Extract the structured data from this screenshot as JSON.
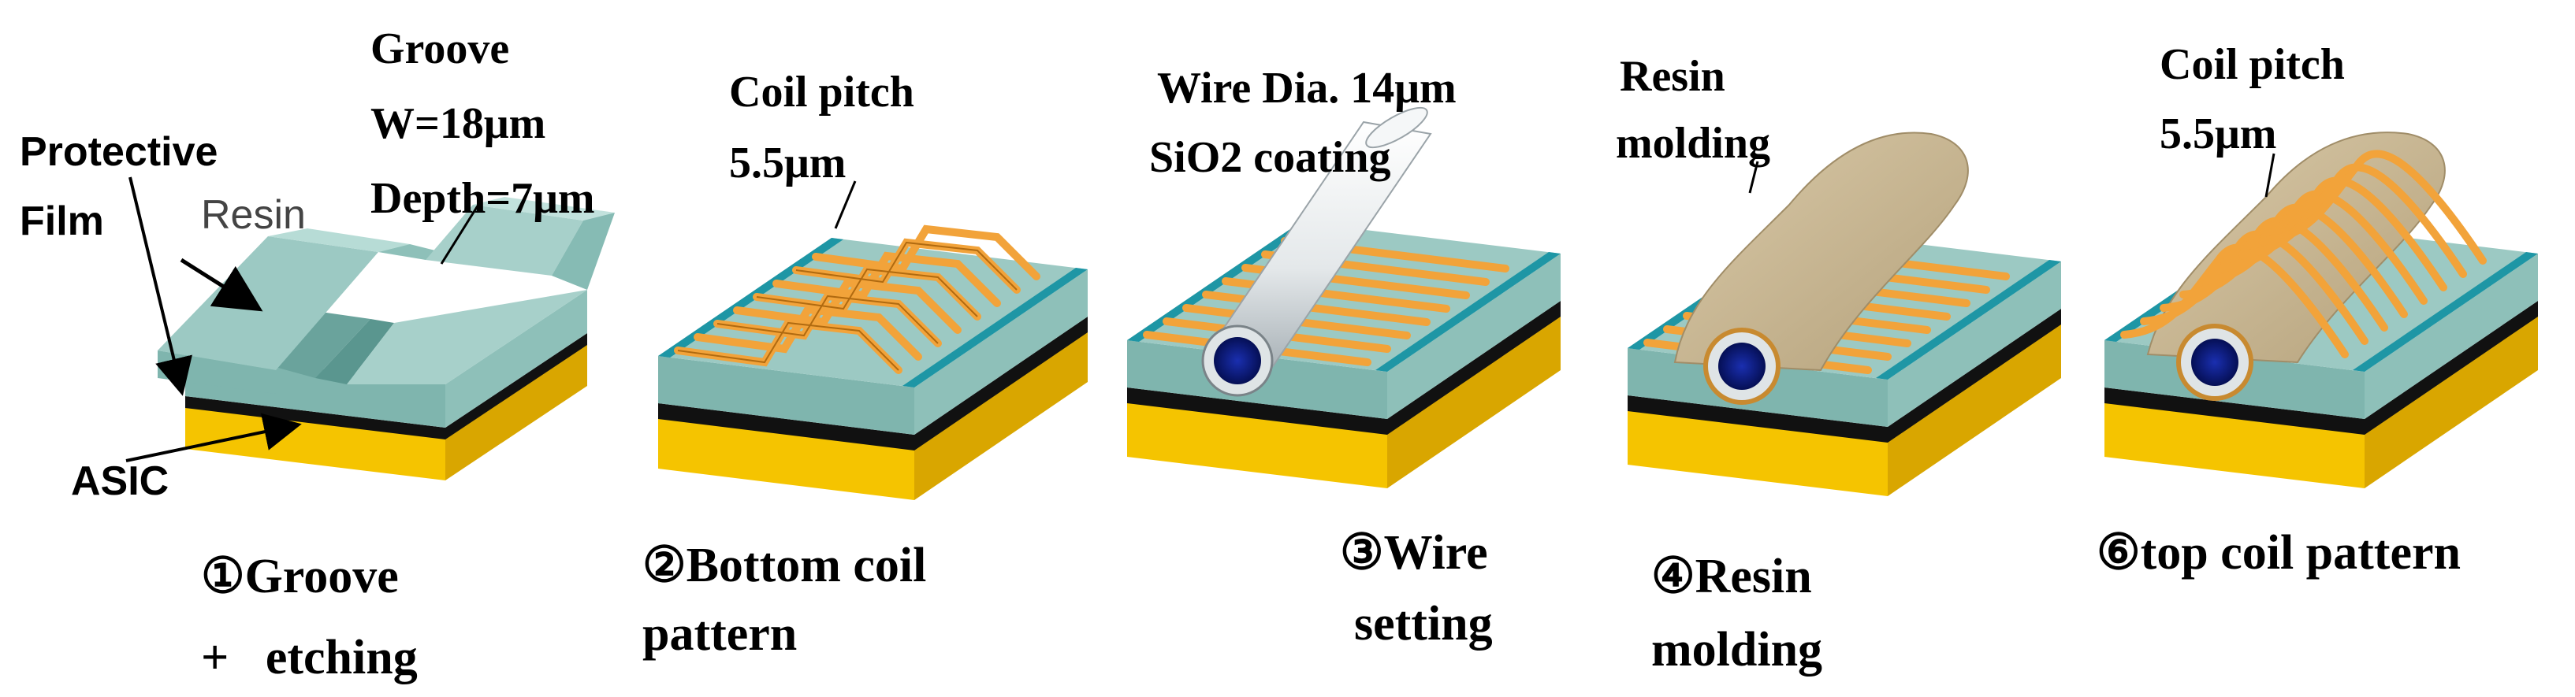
{
  "colors": {
    "asic_base": "#f5c400",
    "asic_front": "#e7b000",
    "black_layer": "#111111",
    "resin_top": "#9cc9c3",
    "resin_front": "#7fb5ae",
    "resin_side": "#8ec0b9",
    "coil": "#f2a33a",
    "coil_edge": "#b06a10",
    "teal_strip": "#1e96a5",
    "wire_body": "#e4e8ea",
    "wire_core": "#0c1f8a",
    "molding": "#cbb895"
  },
  "steps": [
    {
      "caption_line1": "①Groove",
      "caption_line2": "+   etching",
      "labels": {
        "groove_title": "Groove",
        "groove_width": "W=18μm",
        "groove_depth": "Depth=7μm",
        "protective_1": "Protective",
        "protective_2": "Film",
        "resin": "Resin",
        "asic": "ASIC"
      }
    },
    {
      "caption_line1": "②Bottom coil",
      "caption_line2": "pattern",
      "labels": {
        "line1": "Coil pitch",
        "line2": "5.5μm"
      }
    },
    {
      "caption_line1": "③Wire",
      "caption_line2": "setting",
      "labels": {
        "line1": "Wire Dia. 14μm",
        "line2": "SiO2 coating"
      }
    },
    {
      "caption_line1": "④Resin",
      "caption_line2": "molding",
      "labels": {
        "line1": "Resin",
        "line2": "molding"
      }
    },
    {
      "caption_line1": "⑥top coil pattern",
      "caption_line2": "",
      "labels": {
        "line1": "Coil pitch",
        "line2": "5.5μm"
      }
    }
  ]
}
